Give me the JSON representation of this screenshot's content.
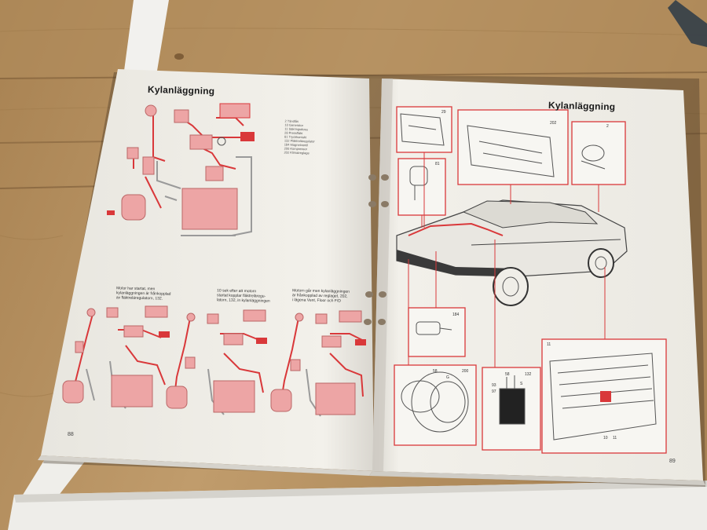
{
  "pages": {
    "left": {
      "title": "Kylanläggning",
      "legend": "2 Tändlås\n10 Generator\n11 Säkringsdosa\n28 Pressfläkt\n81 Tryckkontakt\n132 Fläktreläregulator\n184 Magnetventil\n200 Kompressor\n202 Klimatreglage",
      "captions": [
        "Motor har startat, men\nkylanläggningen är frånkopplad\nav fläktreläregulatorn, 132.",
        "10 sek efter att motorn\nstartat kopplar fläktreläregu-\nlatorn, 132, in kylanläggningen",
        "Motorn går men kylanläggningen\när frånkopplad av reglaget, 202,\ni lägena Vent, Floor och F/D"
      ],
      "page_number": "88"
    },
    "right": {
      "title": "Kylanläggning",
      "callouts": [
        "29",
        "202",
        "2",
        "81",
        "184",
        "11",
        "200",
        "132",
        "10",
        "11"
      ],
      "pin_labels": [
        "58",
        "G",
        "58",
        "S",
        "93",
        "97"
      ],
      "page_number": "89"
    }
  },
  "colors": {
    "wiring_red": "#d9383a",
    "component_pink": "#eda5a5",
    "paper": "#f1efe9",
    "wood": "#b89566"
  }
}
